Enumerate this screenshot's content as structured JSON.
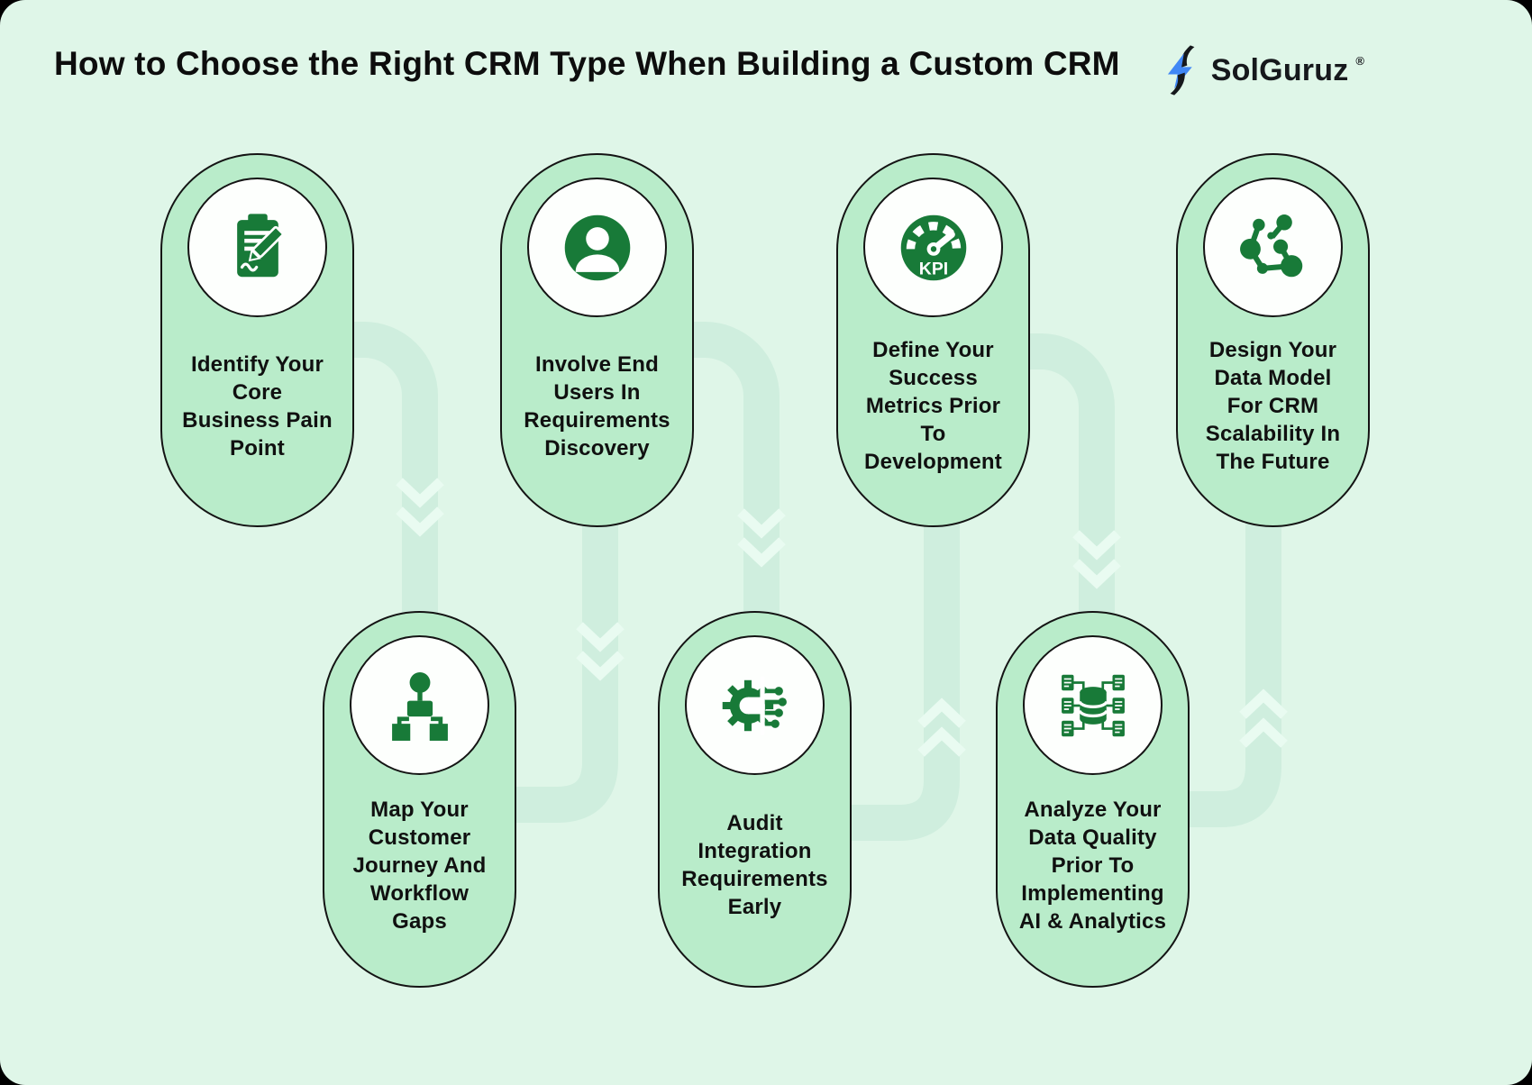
{
  "header": {
    "title": "How to Choose the Right CRM Type When Building a Custom CRM",
    "logo": {
      "text": "SolGuruz",
      "registered": "®"
    }
  },
  "cards": [
    {
      "id": 1,
      "icon": "clipboard-pencil-icon",
      "text": "Identify Your\nCore\nBusiness Pain\nPoint"
    },
    {
      "id": 2,
      "icon": "user-icon",
      "text": "Involve End\nUsers In\nRequirements\nDiscovery"
    },
    {
      "id": 3,
      "icon": "kpi-gauge-icon",
      "icon_label": "KPI",
      "text": "Define Your\nSuccess\nMetrics Prior\nTo\nDevelopment"
    },
    {
      "id": 4,
      "icon": "network-nodes-icon",
      "text": "Design Your\nData Model\nFor CRM\nScalability In\nThe Future"
    },
    {
      "id": 5,
      "icon": "workflow-hierarchy-icon",
      "text": "Map Your\nCustomer\nJourney And\nWorkflow\nGaps"
    },
    {
      "id": 6,
      "icon": "gear-circuit-icon",
      "text": "Audit\nIntegration\nRequirements\nEarly"
    },
    {
      "id": 7,
      "icon": "database-cluster-icon",
      "text": "Analyze Your\nData Quality\nPrior To\nImplementing\nAI & Analytics"
    }
  ],
  "colors": {
    "background": "#dff6e8",
    "pill_fill": "#b9ecca",
    "pill_border": "#141414",
    "icon_green": "#187a38",
    "path_ribbon": "#cfeede",
    "path_chevron": "#e9fbf1",
    "logo_blue": "#4087f5",
    "title_text": "#0d0d0d"
  }
}
